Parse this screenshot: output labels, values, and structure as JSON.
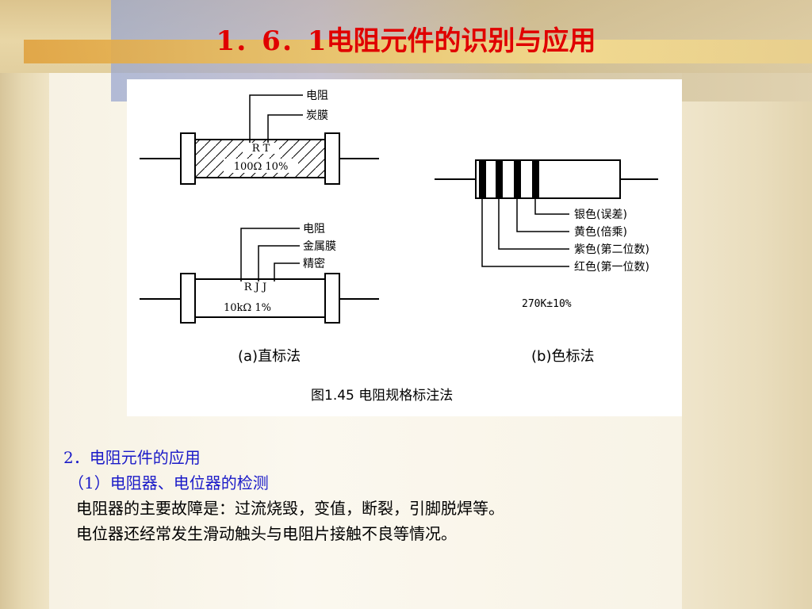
{
  "slide": {
    "title": "1．6．1电阻元件的识别与应用"
  },
  "figure": {
    "direct": {
      "top_labels": [
        "电阻",
        "炭膜"
      ],
      "top_marking_line1": "R T",
      "top_marking_line2": "100Ω 10%",
      "bottom_labels": [
        "电阻",
        "金属膜",
        "精密"
      ],
      "bottom_marking_line1": "R J J",
      "bottom_marking_line2": "10kΩ  1%",
      "caption": "(a)直标法"
    },
    "color": {
      "band_labels": [
        "银色(误差)",
        "黄色(倍乘)",
        "紫色(第二位数)",
        "红色(第一位数)"
      ],
      "value": "270K±10%",
      "caption": "(b)色标法"
    },
    "caption": "图1.45    电阻规格标注法"
  },
  "content": {
    "heading": "2．电阻元件的应用",
    "subheading": "（1）电阻器、电位器的检测",
    "lines": [
      "电阻器的主要故障是：过流烧毁，变值，断裂，引脚脱焊等。",
      "电位器还经常发生滑动触头与电阻片接触不良等情况。"
    ]
  }
}
